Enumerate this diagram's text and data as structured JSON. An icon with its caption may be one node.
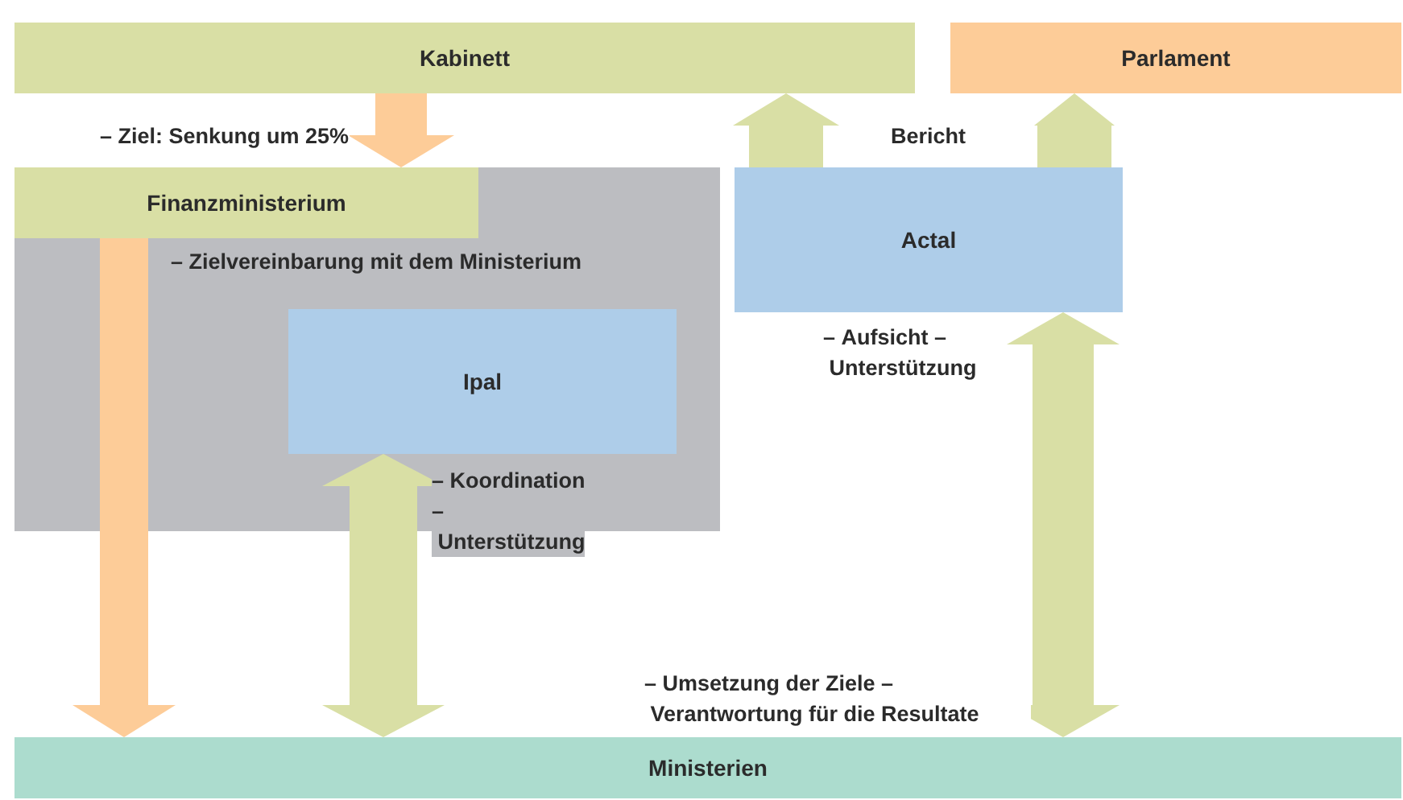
{
  "diagram": {
    "nodes": [
      {
        "text": [
          "Kabinett"
        ]
      },
      {
        "text": [
          "Parlament"
        ]
      },
      {
        "text": [],
        "shape": "box"
      },
      {
        "text": [
          "Finanzministerium"
        ],
        "in": 2
      },
      {
        "text": [
          "Actal"
        ]
      },
      {
        "text": [
          "Ipal"
        ],
        "in": 2
      },
      {
        "text": [
          "Ministerien"
        ],
        "beside": [
          "– Umsetzung der Ziele – Verantwortung für die Resultate"
        ]
      }
    ],
    "edges": [
      {
        "from": 0,
        "to": 3,
        "arrow": "to",
        "color": "#fdcc98",
        "label": "– Ziel: Senkung um 25%"
      },
      {
        "from": 3,
        "to": 6,
        "arrow": "to",
        "color": "#fdcc98",
        "label": "– Zielvereinbarung mit dem Ministerium"
      },
      {
        "from": 4,
        "to": 0,
        "arrow": "to"
      },
      {
        "from": 4,
        "to": 1,
        "arrow": "to"
      },
      {
        "from": 5,
        "to": 6,
        "arrow": "both",
        "label": "– Koordination – Unterstützung"
      },
      {
        "from": 4,
        "to": 6,
        "arrow": "both",
        "label": "– Aufsicht – Unterstützung"
      }
    ],
    "labels": [
      "Bericht"
    ]
  }
}
